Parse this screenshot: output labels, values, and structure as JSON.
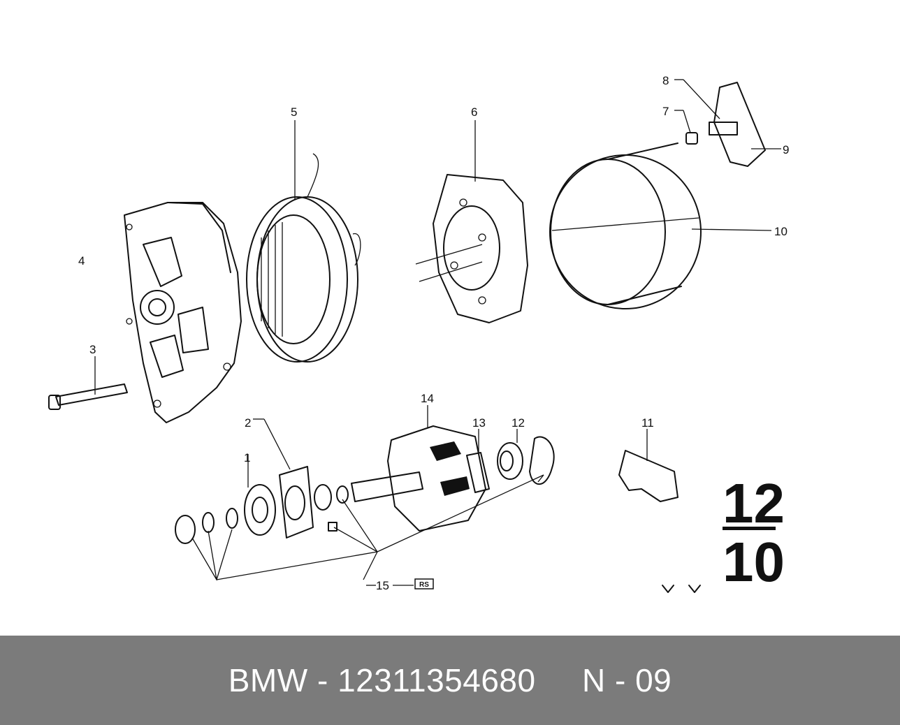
{
  "diagram": {
    "callouts": [
      {
        "id": "1",
        "label": "1"
      },
      {
        "id": "2",
        "label": "2"
      },
      {
        "id": "3",
        "label": "3"
      },
      {
        "id": "4",
        "label": "4"
      },
      {
        "id": "5",
        "label": "5"
      },
      {
        "id": "6",
        "label": "6"
      },
      {
        "id": "7",
        "label": "7"
      },
      {
        "id": "8",
        "label": "8"
      },
      {
        "id": "9",
        "label": "9"
      },
      {
        "id": "10",
        "label": "10"
      },
      {
        "id": "11",
        "label": "11"
      },
      {
        "id": "12",
        "label": "12"
      },
      {
        "id": "13",
        "label": "13"
      },
      {
        "id": "14",
        "label": "14"
      },
      {
        "id": "15",
        "label": "15"
      }
    ],
    "kit_badge": "RS",
    "group_number_top": "12",
    "group_number_bottom": "10"
  },
  "footer": {
    "brand": "BMW",
    "separator": "-",
    "part_number": "12311354680",
    "variant": "N - 09"
  },
  "colors": {
    "footer_bg": "#7b7b7b",
    "footer_text": "#ffffff",
    "ink": "#111111"
  }
}
